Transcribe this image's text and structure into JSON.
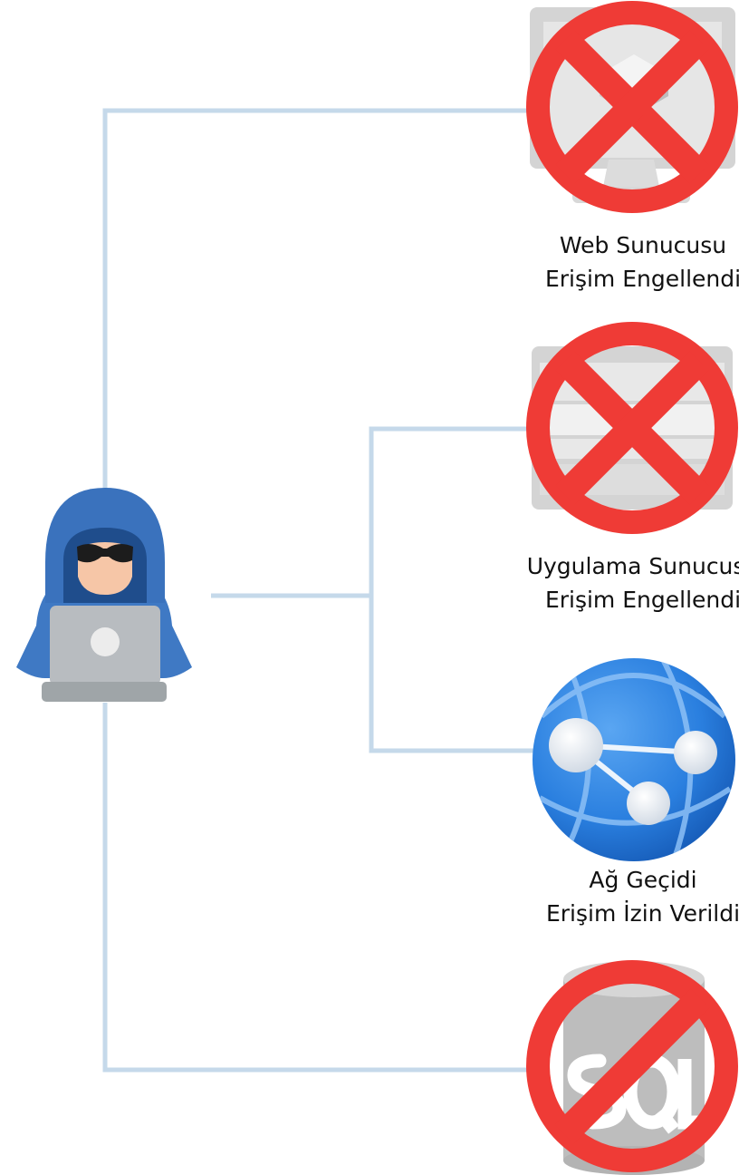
{
  "colors": {
    "connector": "#c5d9ea",
    "blocked_ring": "#ef3b36",
    "server_gray": "#d4d4d4",
    "hacker_blue": "#3f79c4",
    "globe_blue": "#2a7fdf"
  },
  "attacker": {
    "icon": "hacker-with-laptop-icon"
  },
  "nodes": [
    {
      "icon": "web-server-icon",
      "status": "blocked",
      "name": "Web Sunucusu",
      "status_text": "Erişim Engellendi"
    },
    {
      "icon": "app-server-icon",
      "status": "blocked",
      "name": "Uygulama Sunucusu",
      "status_text": "Erişim Engellendi"
    },
    {
      "icon": "gateway-globe-icon",
      "status": "allowed",
      "name": "Ağ Geçidi",
      "status_text": "Erişim İzin Verildi"
    },
    {
      "icon": "sql-database-icon",
      "status": "blocked",
      "name": "",
      "status_text": ""
    }
  ]
}
